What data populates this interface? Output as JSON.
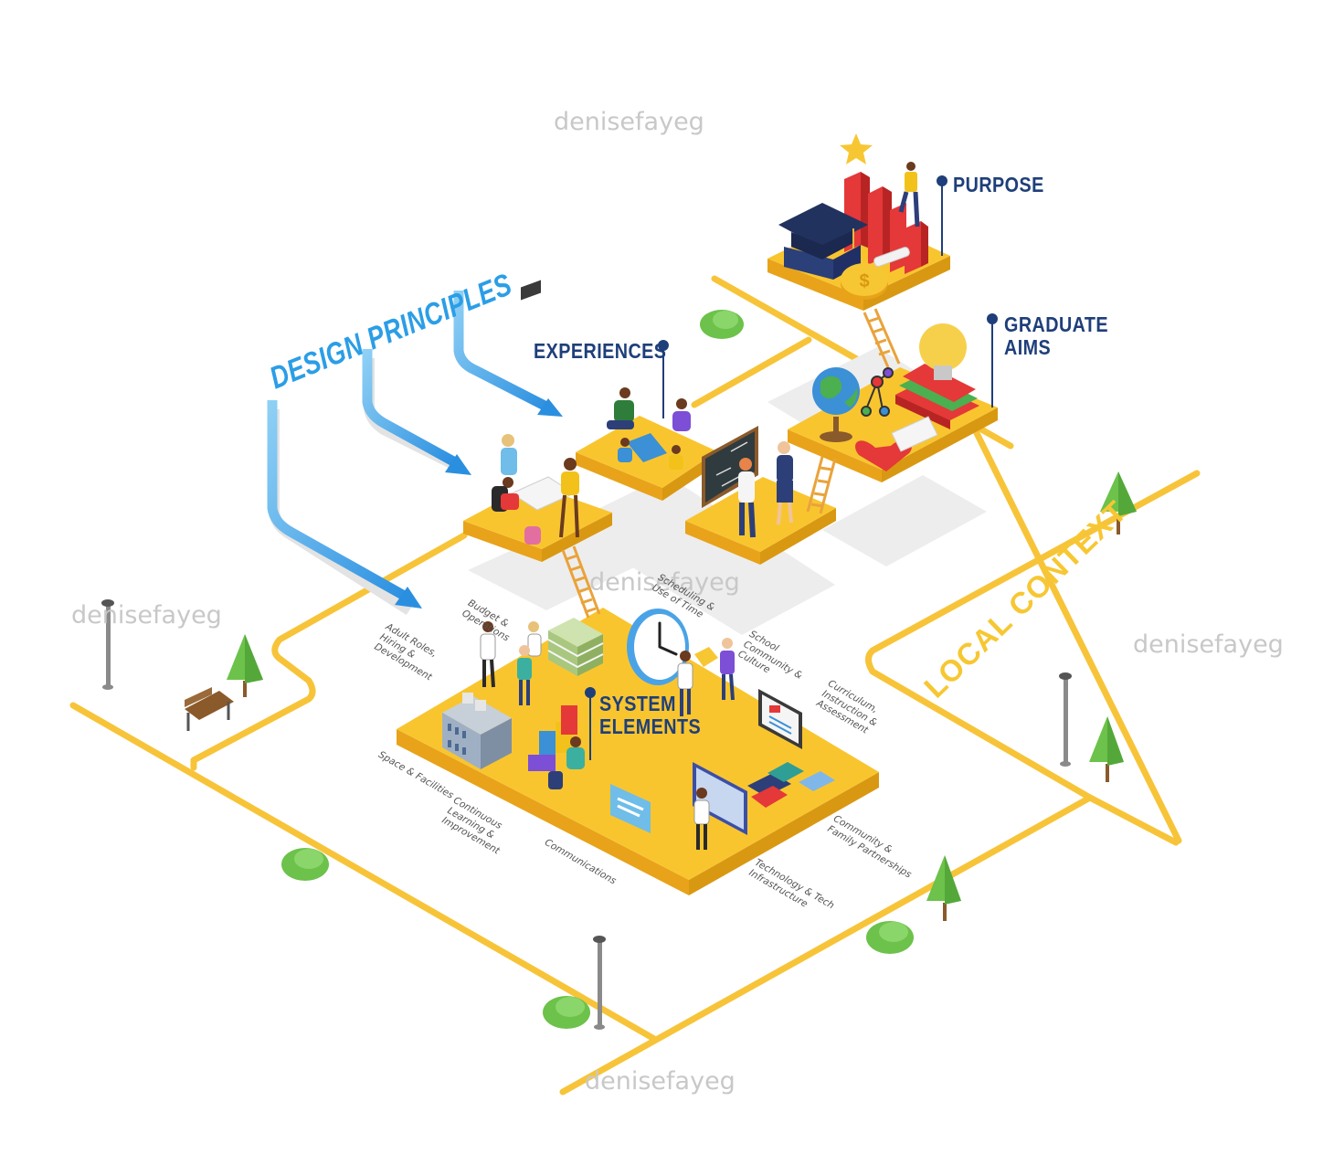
{
  "headings": {
    "purpose": "PURPOSE",
    "graduate_aims": "GRADUATE\nAIMS",
    "experiences": "EXPERIENCES",
    "system_elements": "SYSTEM\nELEMENTS"
  },
  "design_principles": "DESIGN PRINCIPLES",
  "local_context": "LOCAL CONTEXT",
  "system_element_labels": {
    "budget_operations": "Budget &\nOperations",
    "scheduling": "Scheduling &\nUse of Time",
    "school_community": "School\nCommunity &\nCulture",
    "curriculum": "Curriculum,\nInstruction &\nAssessment",
    "adult_roles": "Adult Roles,\nHiring &\nDevelopment",
    "space_facilities": "Space & Facilities",
    "continuous_learning": "Continuous\nLearning &\nImprovement",
    "communications": "Communications",
    "technology": "Technology & Tech\nInfrastructure",
    "community_partnerships": "Community &\nFamily Partnerships"
  },
  "watermark": "denisefayeg",
  "colors": {
    "platform_top": "#f9c52f",
    "platform_side": "#e8a31a",
    "road": "#f7c439",
    "heading": "#1f3f7a",
    "arrow": "#2b9ee6",
    "tree": "#6cc24a",
    "ladder": "#e9a33b",
    "watermark": "#c8c8c8"
  },
  "icons": [
    "graduation-cap-icon",
    "coin-icon",
    "bar-chart-icon",
    "star-icon",
    "globe-icon",
    "lightbulb-icon",
    "books-icon",
    "heart-icon",
    "chalkboard-icon",
    "laptop-icon",
    "clock-icon",
    "money-icon",
    "building-icon",
    "monitor-icon",
    "puzzle-icon",
    "chat-bubble-icon",
    "tree-icon",
    "bush-icon",
    "streetlamp-icon",
    "bench-icon",
    "ladder-icon"
  ]
}
